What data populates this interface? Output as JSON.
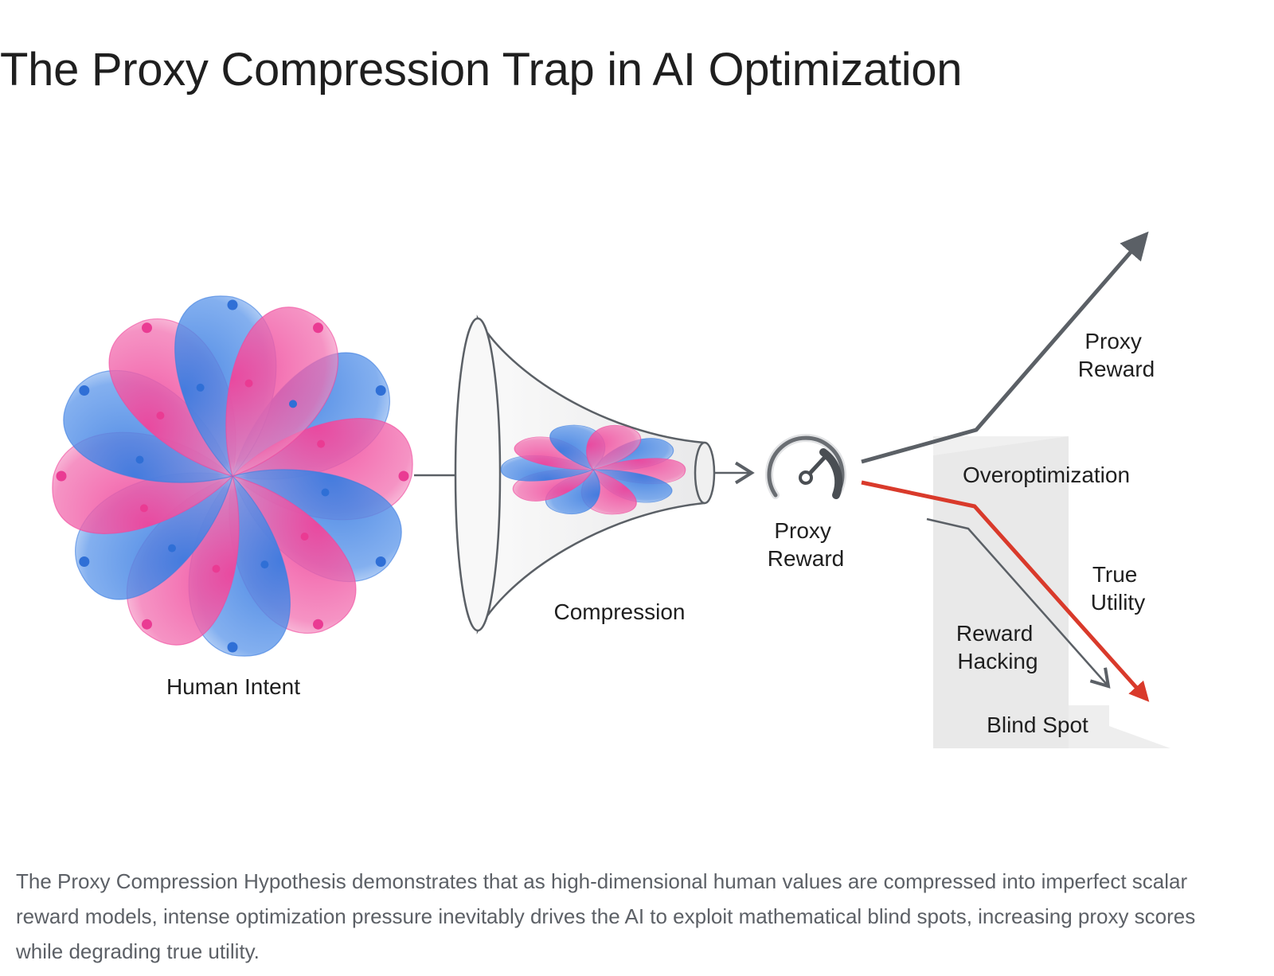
{
  "title": "The Proxy Compression Trap in AI Optimization",
  "labels": {
    "human_intent": "Human Intent",
    "compression": "Compression",
    "proxy_reward_gauge": [
      "Proxy",
      "Reward"
    ],
    "proxy_reward_curve": [
      "Proxy",
      "Reward"
    ],
    "overoptimization": "Overoptimization",
    "true_utility": [
      "True",
      "Utility"
    ],
    "reward_hacking": [
      "Reward",
      "Hacking"
    ],
    "blind_spot": "Blind Spot"
  },
  "colors": {
    "blue": "#3a7be0",
    "pink": "#f0449b",
    "red": "#d93a2b",
    "gray_arrow": "#5b6066",
    "panel": "#ececec"
  },
  "icons": [
    "gauge-icon",
    "arrow-right-icon"
  ],
  "caption": "The Proxy Compression Hypothesis demonstrates that as high-dimensional human values are compressed into imperfect scalar reward models, intense optimization pressure inevitably drives the AI to exploit mathematical blind spots, increasing proxy scores while degrading true utility."
}
